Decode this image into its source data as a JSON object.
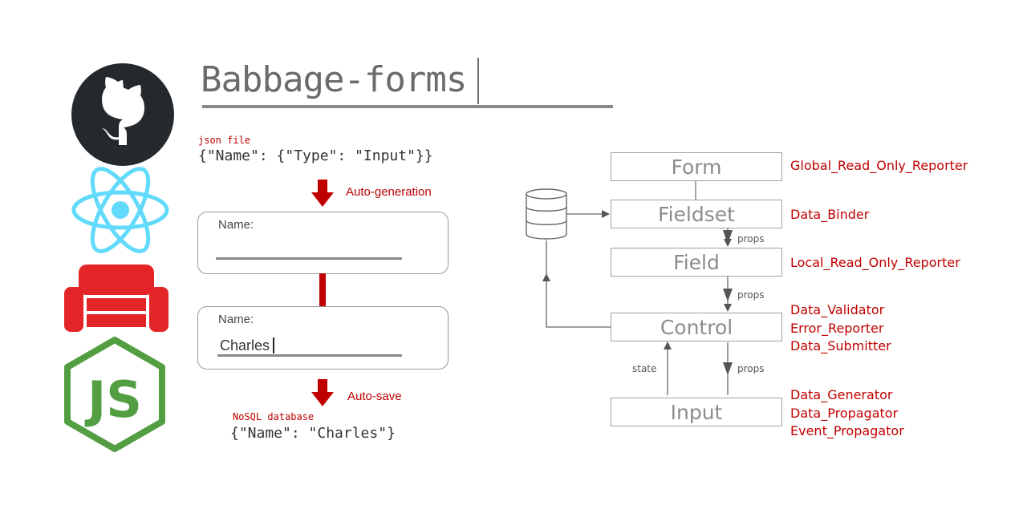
{
  "title": "Babbage-forms",
  "logos": {
    "github": "github-octocat-icon",
    "react": "react-atom-icon",
    "couchdb": "couchdb-couch-icon",
    "nodejs": "nodejs-hexagon-icon",
    "nodejs_text": "JS"
  },
  "flow": {
    "json_file_label": "json file",
    "json_file_code": "{\"Name\": {\"Type\": \"Input\"}}",
    "auto_generation_label": "Auto-generation",
    "empty_form": {
      "label": "Name:",
      "value": ""
    },
    "filled_form": {
      "label": "Name:",
      "value": "Charles"
    },
    "auto_save_label": "Auto-save",
    "nosql_label": "NoSQL database",
    "nosql_code": "{\"Name\": \"Charles\"}"
  },
  "diagram": {
    "boxes": [
      "Form",
      "Fieldset",
      "Field",
      "Control",
      "Input"
    ],
    "edge_labels": {
      "props": "props",
      "state": "state"
    },
    "roles": {
      "form": [
        "Global_Read_Only_Reporter"
      ],
      "fieldset": [
        "Data_Binder"
      ],
      "field": [
        "Local_Read_Only_Reporter"
      ],
      "control": [
        "Data_Validator",
        "Error_Reporter",
        "Data_Submitter"
      ],
      "input": [
        "Data_Generator",
        "Data_Propagator",
        "Event_Propagator"
      ]
    }
  },
  "colors": {
    "accent_red": "#c00000",
    "arrow_red": "#c00000",
    "github_dark": "#24292e",
    "react_blue": "#61dafb",
    "couchdb_red": "#e42528",
    "node_green": "#539e43"
  }
}
